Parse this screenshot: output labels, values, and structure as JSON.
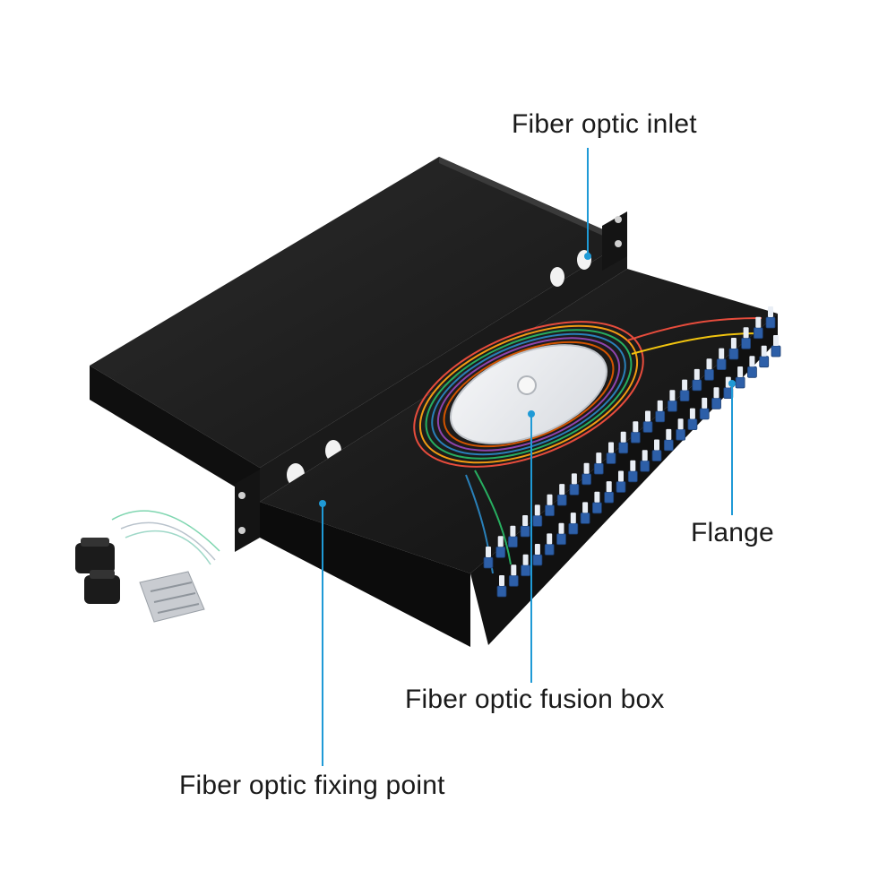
{
  "labels": {
    "fiber_inlet": "Fiber optic inlet",
    "flange": "Flange",
    "fusion_box": "Fiber optic fusion box",
    "fixing_point": "Fiber optic fixing point"
  },
  "icons": {
    "leader": "leader-line-dot",
    "cable_gland": "cable-gland-icon",
    "cable_ties": "cable-ties-icon",
    "heat_shrink": "heat-shrink-sleeves-icon"
  },
  "colors": {
    "leader": "#1f9ad6",
    "chassis": "#1e1e1e",
    "adapter": "#2d5fa8",
    "fusion_box": "#e6e8ec"
  }
}
